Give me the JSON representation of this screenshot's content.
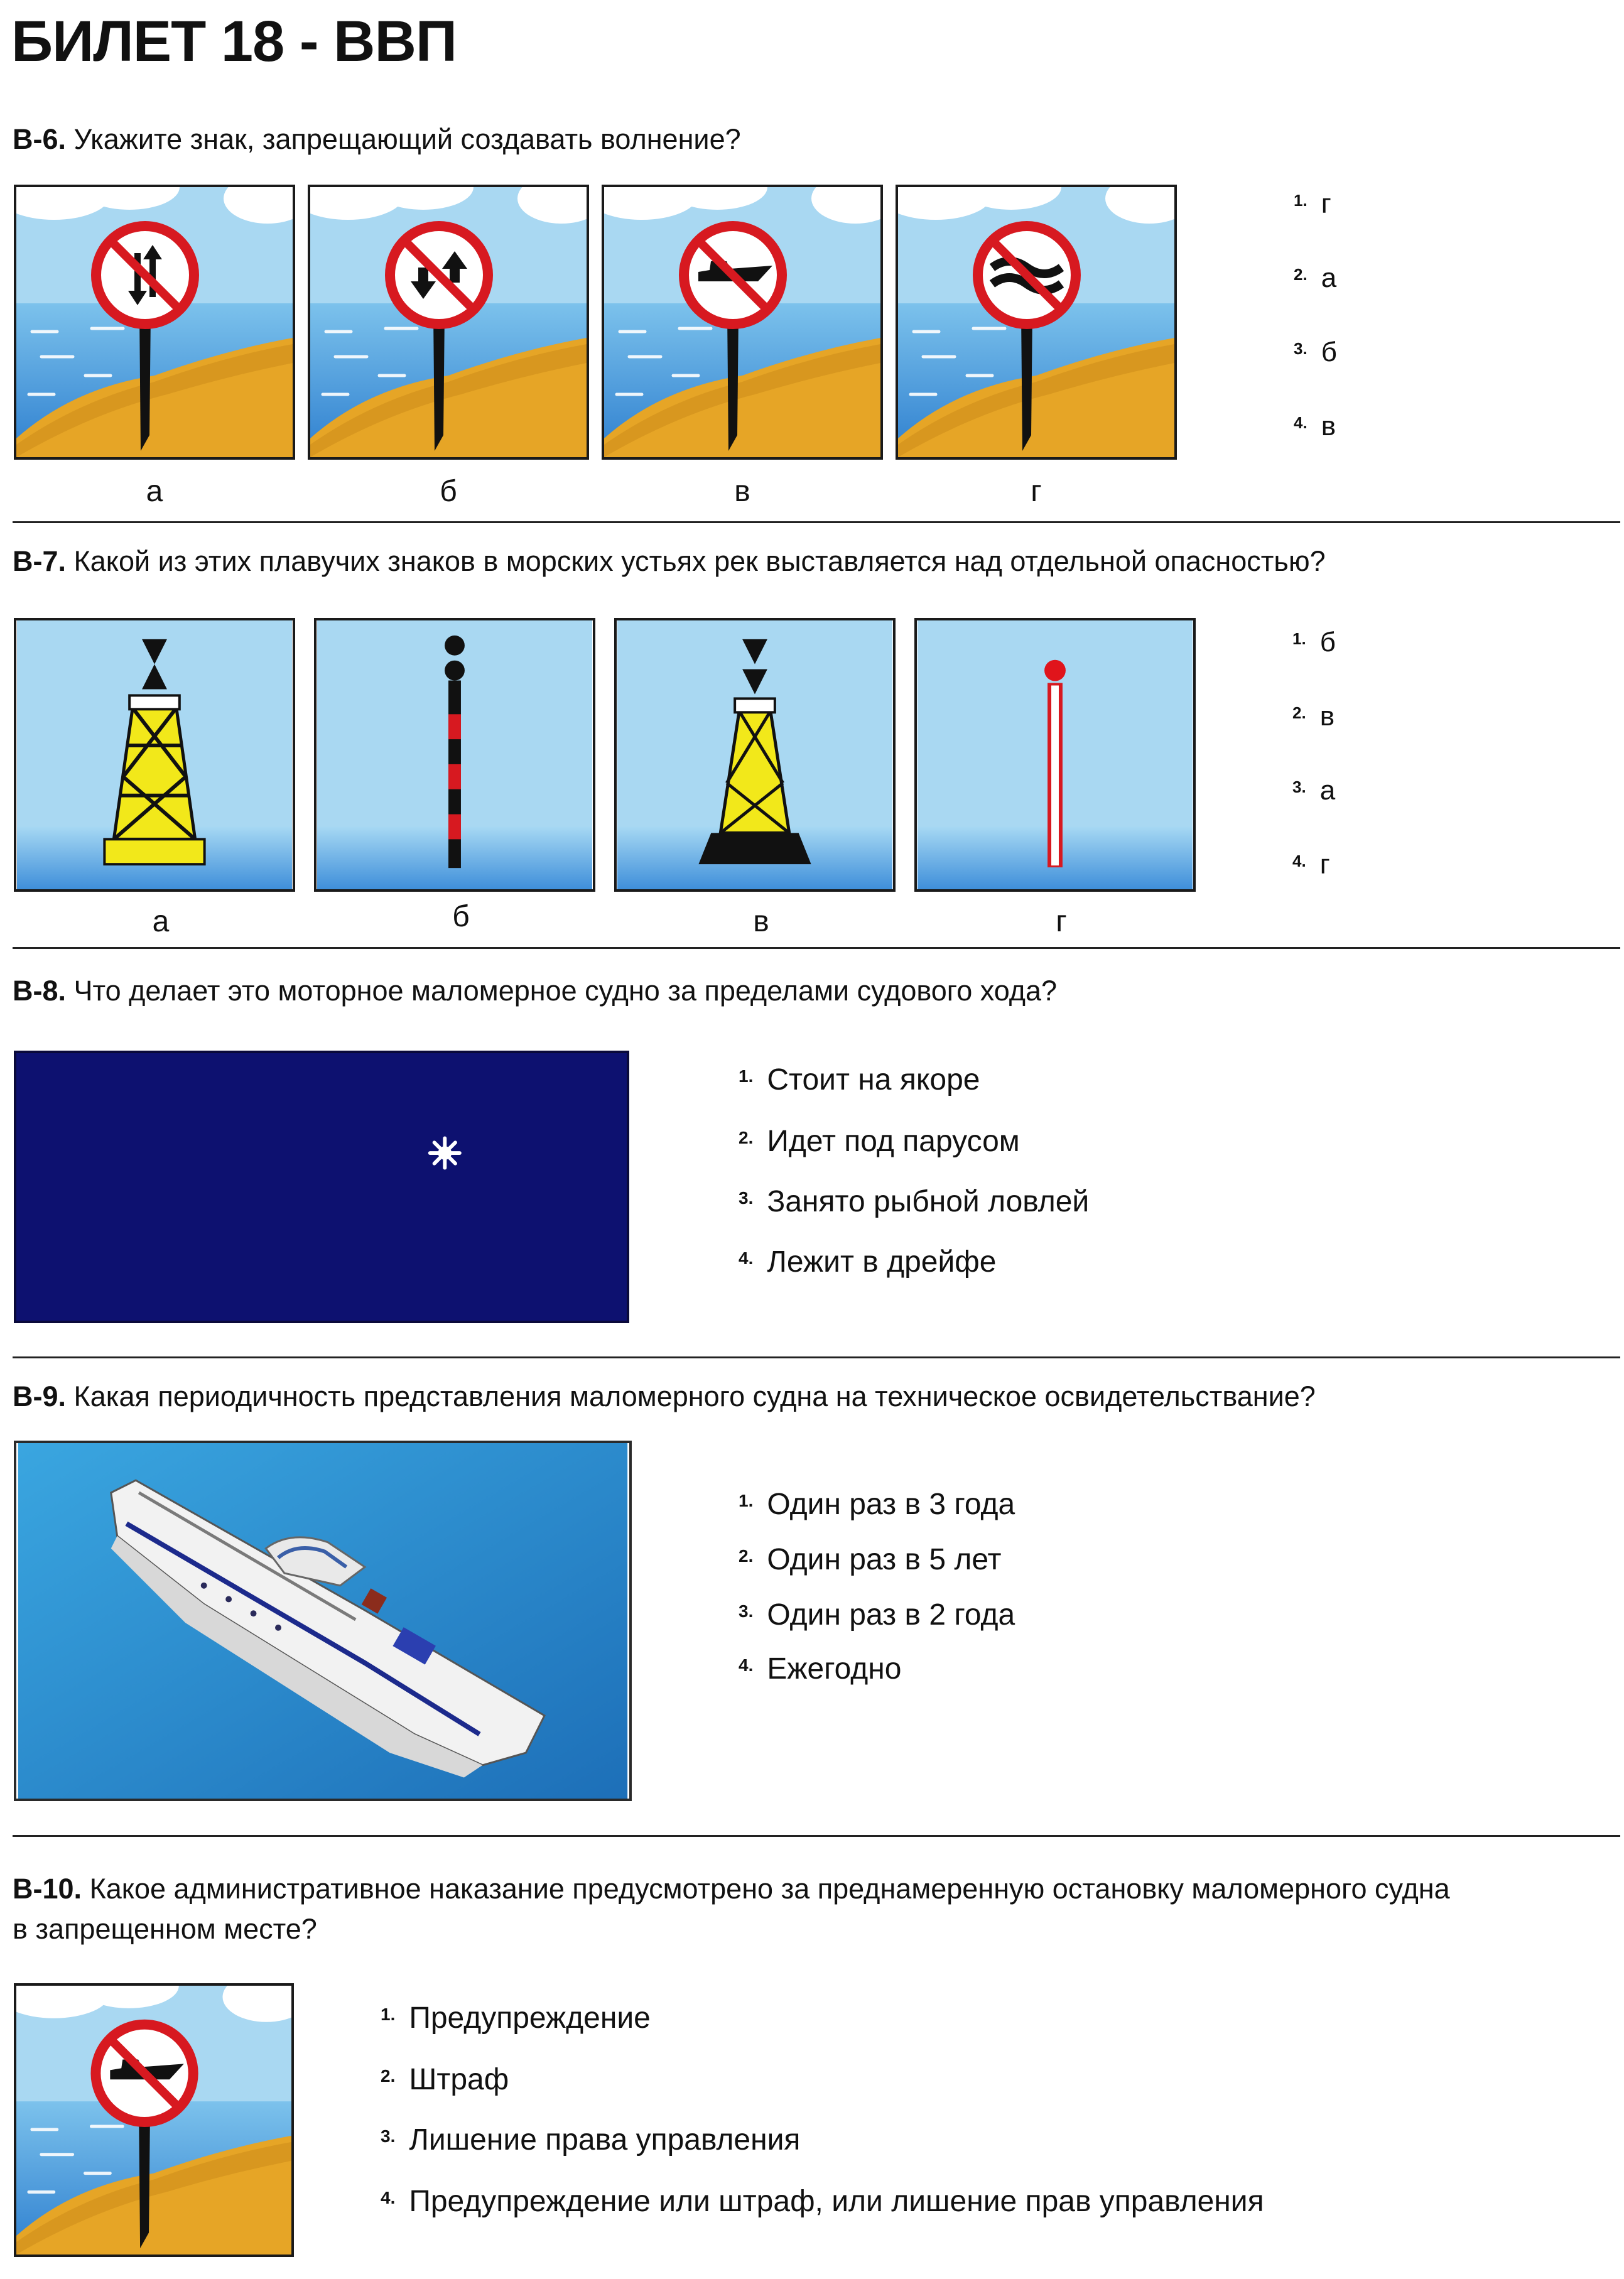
{
  "title": "БИЛЕТ 18 - ВВП",
  "questions": {
    "q6": {
      "number": "В-6.",
      "text": "Укажите знак, запрещающий создавать волнение?",
      "captions": [
        "а",
        "б",
        "в",
        "г"
      ],
      "options": [
        {
          "num": "1.",
          "text": "г"
        },
        {
          "num": "2.",
          "text": "а"
        },
        {
          "num": "3.",
          "text": "б"
        },
        {
          "num": "4.",
          "text": "в"
        }
      ]
    },
    "q7": {
      "number": "В-7.",
      "text": "Какой из этих плавучих знаков в морских устьях рек выставляется над отдельной опасностью?",
      "captions": [
        "а",
        "б",
        "в",
        "г"
      ],
      "options": [
        {
          "num": "1.",
          "text": "б"
        },
        {
          "num": "2.",
          "text": "в"
        },
        {
          "num": "3.",
          "text": "а"
        },
        {
          "num": "4.",
          "text": "г"
        }
      ]
    },
    "q8": {
      "number": "В-8.",
      "text": "Что делает это моторное маломерное судно за пределами судового хода?",
      "options": [
        {
          "num": "1.",
          "text": "Стоит на якоре"
        },
        {
          "num": "2.",
          "text": "Идет под парусом"
        },
        {
          "num": "3.",
          "text": "Занято рыбной ловлей"
        },
        {
          "num": "4.",
          "text": "Лежит в дрейфе"
        }
      ]
    },
    "q9": {
      "number": "В-9.",
      "text": "Какая периодичность представления маломерного судна на техническое освидетельствание?",
      "options": [
        {
          "num": "1.",
          "text": "Один раз в 3 года"
        },
        {
          "num": "2.",
          "text": "Один раз в 5 лет"
        },
        {
          "num": "3.",
          "text": "Один раз в 2 года"
        },
        {
          "num": "4.",
          "text": "Ежегодно"
        }
      ]
    },
    "q10": {
      "number": "В-10.",
      "text_line1": "Какое административное наказание предусмотрено за преднамеренную остановку маломерного судна",
      "text_line2": "в запрещенном месте?",
      "options": [
        {
          "num": "1.",
          "text": "Предупреждение"
        },
        {
          "num": "2.",
          "text": "Штраф"
        },
        {
          "num": "3.",
          "text": "Лишение права управления"
        },
        {
          "num": "4.",
          "text": "Предупреждение или штраф, или лишение прав управления"
        }
      ]
    }
  },
  "colors": {
    "sky": "#a9d8f2",
    "sea": "#3e8fd6",
    "sand": "#e6a526",
    "sign_red": "#d71920",
    "night": "#0d1170",
    "buoy_yellow": "#f2e81a"
  }
}
